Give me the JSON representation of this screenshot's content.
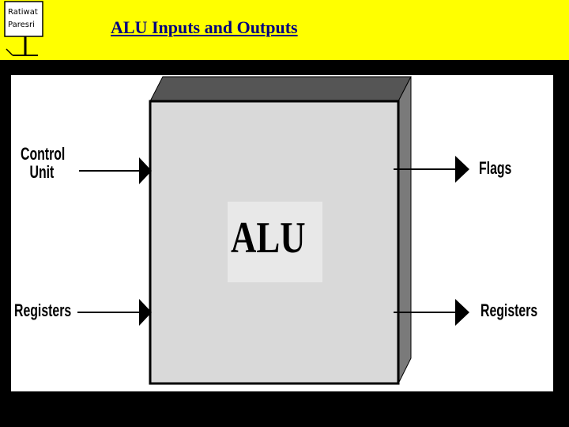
{
  "header": {
    "title": "ALU Inputs and Outputs",
    "logo_line1": "Ratiwat",
    "logo_line2": "Paresri"
  },
  "diagram": {
    "block_label": "ALU",
    "inputs": [
      {
        "label_line1": "Control",
        "label_line2": "Unit"
      },
      {
        "label_line1": "Registers"
      }
    ],
    "outputs": [
      {
        "label_line1": "Flags"
      },
      {
        "label_line1": "Registers"
      }
    ]
  },
  "colors": {
    "title_bar": "#ffff00",
    "title_text": "#000080",
    "background": "#000000",
    "block_face": "#d9d9d9",
    "block_side": "#7a7a7a",
    "block_top": "#555555"
  }
}
